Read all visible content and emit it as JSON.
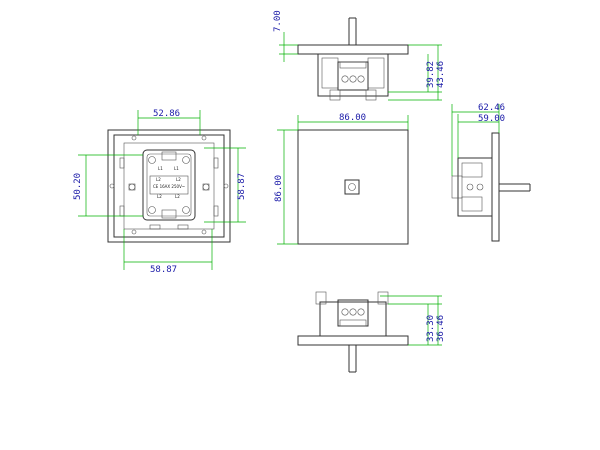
{
  "dimensions": {
    "back_top_width": "52.86",
    "back_left_height": "50.20",
    "back_right_height": "58.87",
    "back_bottom_width": "58.87",
    "top_view_depth": "7.00",
    "top_view_h1": "39.82",
    "top_view_h2": "43.46",
    "front_width": "86.00",
    "front_height": "86.00",
    "side_w1": "62.46",
    "side_w2": "59.00",
    "bottom_view_h1": "33.30",
    "bottom_view_h2": "36.46"
  },
  "module_labels": {
    "top_left": "L1",
    "top_right": "L1",
    "top_left_b": "L2",
    "top_right_b": "L2",
    "rating": "CE 16AX 250V~",
    "bottom_left": "L2",
    "bottom_right": "L2"
  }
}
